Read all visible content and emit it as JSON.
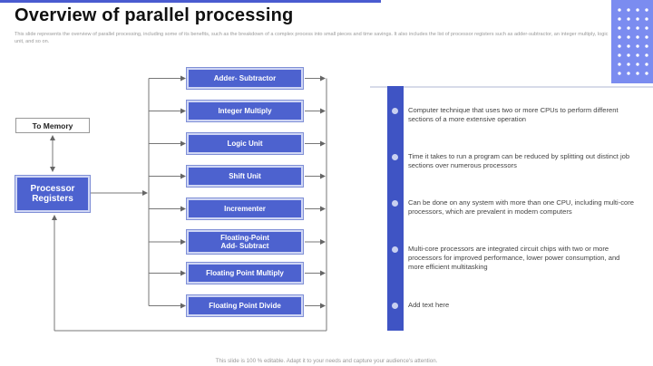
{
  "title": "Overview of parallel processing",
  "subtitle": "This slide represents the overview of parallel processing, including some of its benefits, such as the breakdown of a complex process into small pieces and time savings. It also includes the list of processor registers such as adder-subtractor, an integer multiply, logic unit, and so on.",
  "diagram": {
    "memory_label": "To Memory",
    "processor_label": [
      "Processor",
      "Registers"
    ],
    "units": [
      {
        "lines": [
          "Adder- Subtractor"
        ]
      },
      {
        "lines": [
          "Integer Multiply"
        ]
      },
      {
        "lines": [
          "Logic Unit"
        ]
      },
      {
        "lines": [
          "Shift Unit"
        ]
      },
      {
        "lines": [
          "Incrementer"
        ]
      },
      {
        "lines": [
          "Floating-Point",
          "Add- Subtract"
        ]
      },
      {
        "lines": [
          "Floating Point Multiply"
        ]
      },
      {
        "lines": [
          "Floating Point Divide"
        ]
      }
    ]
  },
  "bullets": [
    "Computer technique  that uses two or more CPUs to perform different sections of a more extensive  operation",
    "Time it takes to run a program can be reduced by splitting out distinct job sections over numerous  processors",
    "Can be done on any system with more than one CPU, including multi-core processors, which are prevalent in modern computers",
    "Multi-core processors are integrated circuit chips with two or more processors for improved performance, lower power consumption, and more efficient multitasking",
    "Add text here"
  ],
  "footer": "This slide is 100 % editable. Adapt it to your needs and capture your audience's attention.",
  "colors": {
    "accent": "#4d62cf",
    "bar": "#3f54c4",
    "corner": "#7b8cf0"
  }
}
